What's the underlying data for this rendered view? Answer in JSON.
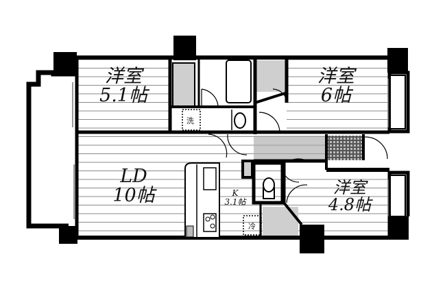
{
  "floor_plan": {
    "rooms": [
      {
        "id": "western-room-1",
        "name": "洋室",
        "size": "5.1帖"
      },
      {
        "id": "western-room-2",
        "name": "洋室",
        "size": "6帖"
      },
      {
        "id": "living-dining",
        "name": "LD",
        "size": "10帖"
      },
      {
        "id": "kitchen",
        "name": "K",
        "size": "3.1帖"
      },
      {
        "id": "western-room-3",
        "name": "洋室",
        "size": "4.8帖"
      }
    ],
    "fixtures": {
      "washer_label": "洗",
      "fridge_label": "冷"
    },
    "colors": {
      "wall": "#000000",
      "floor_lines": "#8a8a8a",
      "storage_fill": "#cfcfcf",
      "entrance_tile": "#8c8c8c",
      "background": "#ffffff"
    }
  }
}
